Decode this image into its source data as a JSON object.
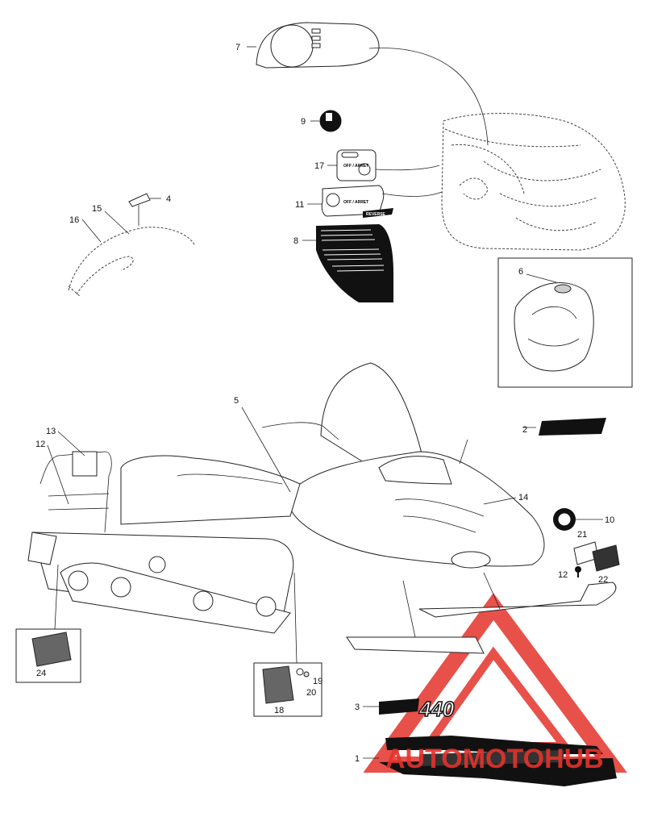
{
  "callouts": {
    "c1": "1",
    "c2": "2",
    "c3": "3",
    "c4": "4",
    "c5": "5",
    "c6": "6",
    "c7": "7",
    "c8": "8",
    "c9": "9",
    "c10": "10",
    "c11": "11",
    "c12a": "12",
    "c12b": "12",
    "c13": "13",
    "c14": "14",
    "c15": "15",
    "c16": "16",
    "c17": "17",
    "c18": "18",
    "c19": "19",
    "c20": "20",
    "c21": "21",
    "c22": "22",
    "c24": "24"
  },
  "decal_text": {
    "off_arret_a": "OFF / ARRET",
    "off_arret_b": "OFF / ARRET",
    "reverse": "REVERSE",
    "decal_3_script": "440"
  },
  "watermark": {
    "brand": "AUTOMOTOHUB",
    "brand_color": "#e5322b",
    "accent_color": "#f0a000"
  }
}
